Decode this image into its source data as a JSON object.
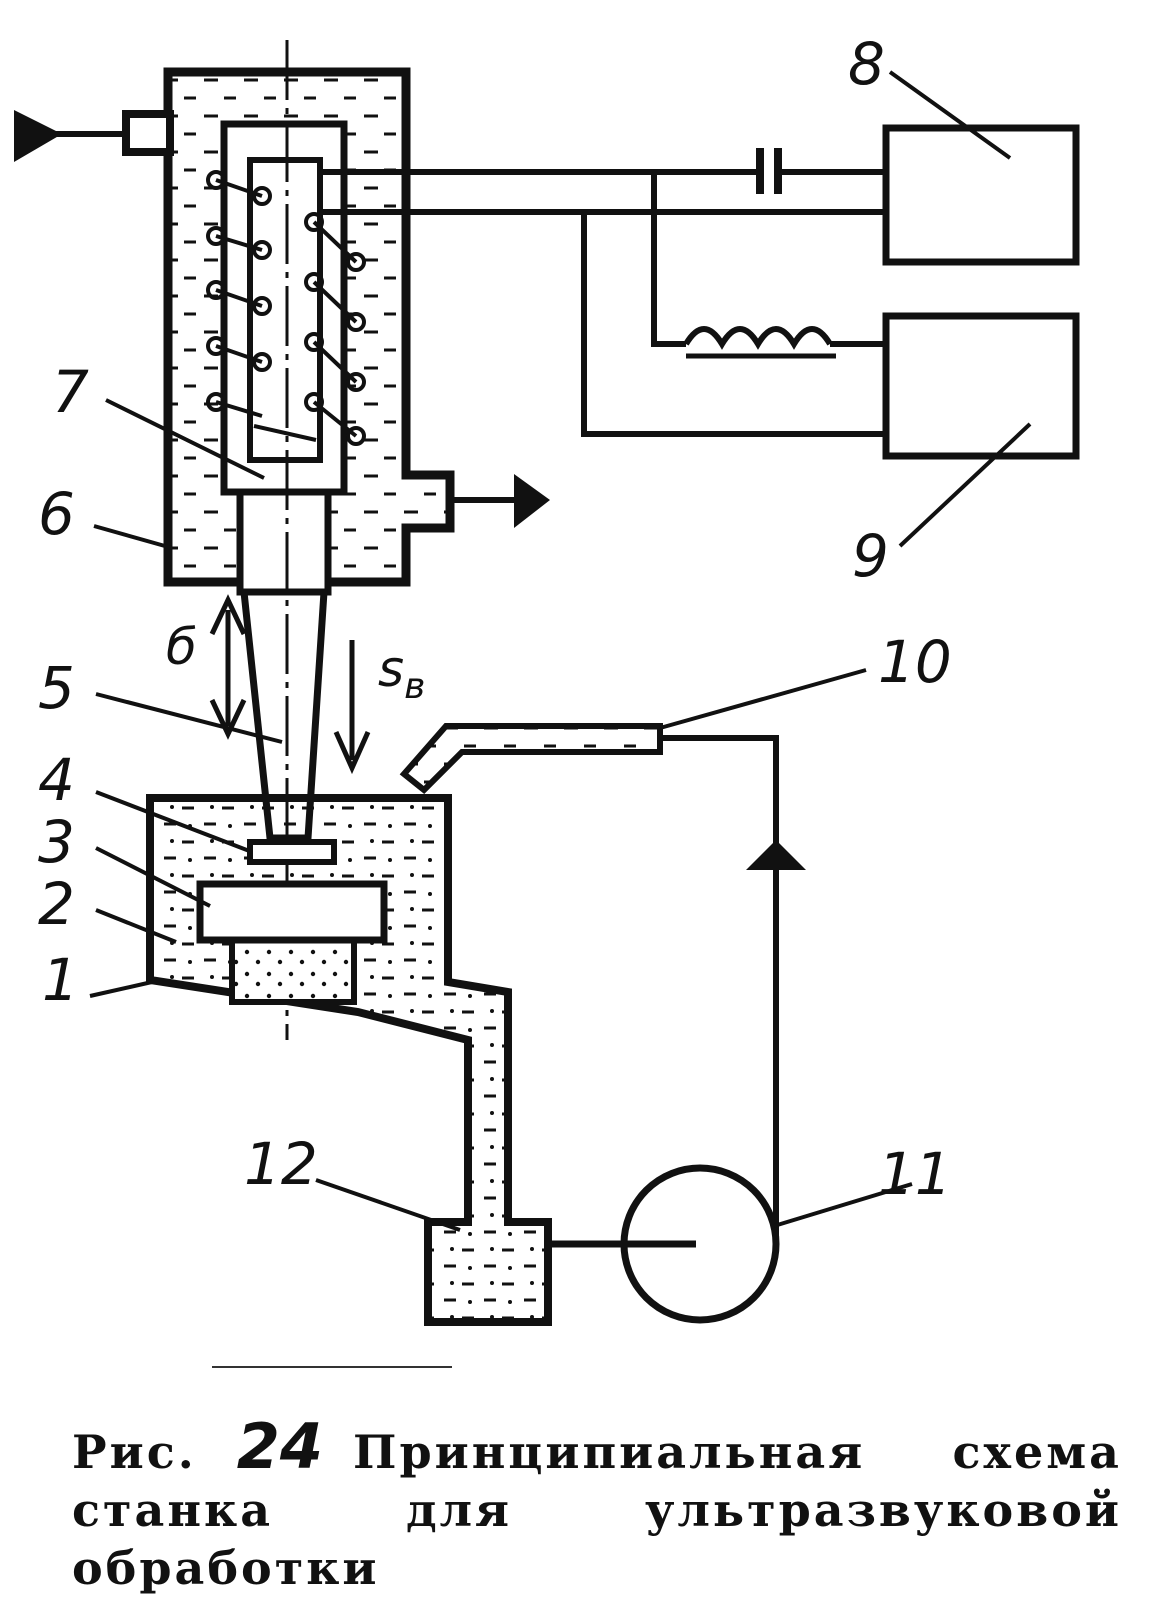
{
  "figure": {
    "callouts": [
      "1",
      "2",
      "3",
      "4",
      "5",
      "6",
      "7",
      "8",
      "9",
      "10",
      "11",
      "12"
    ],
    "motion_labels": {
      "oscillation": "б",
      "feed": "s",
      "feed_sub": "в"
    }
  },
  "caption": {
    "prefix": "Рис.",
    "number": "24",
    "text": "Принципиальная схема станка для ультразвуковой обработки"
  },
  "colors": {
    "ink": "#111111",
    "paper": "#ffffff"
  }
}
